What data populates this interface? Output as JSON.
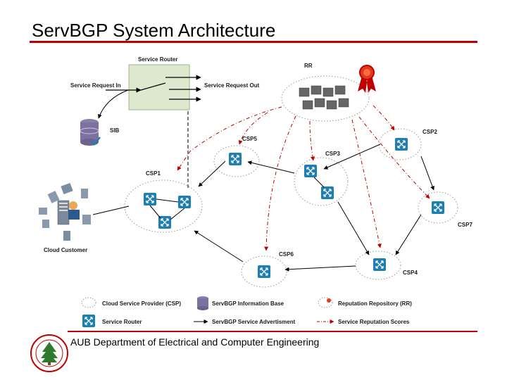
{
  "slide": {
    "title": "ServBGP System Architecture",
    "footer": "AUB Department of Electrical and Computer Engineering"
  },
  "diagram": {
    "service_router": {
      "label": "Service Router",
      "in_label": "Service Request In",
      "out_label": "Service Request Out"
    },
    "sib_label": "SIB",
    "rr_label": "RR",
    "cloud_customer_label": "Cloud Customer",
    "csp_labels": [
      "CSP1",
      "CSP2",
      "CSP3",
      "CSP4",
      "CSP5",
      "CSP6",
      "CSP7"
    ]
  },
  "legend": {
    "csp": "Cloud Service Provider (CSP)",
    "service_router": "Service Router",
    "info_base": "ServBGP Information Base",
    "advertisment": "ServBGP Service Advertisment",
    "reputation_repo": "Reputation Repository (RR)",
    "reputation_scores": "Service Reputation Scores"
  },
  "colors": {
    "accent": "#c00000",
    "router": "#1e7fb0",
    "sr_box": "#dde8cf"
  }
}
